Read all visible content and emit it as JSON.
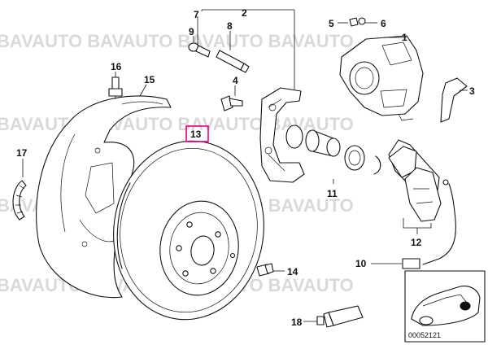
{
  "watermark": "BAVAUTO BAVAUTO BAVAUTO BAVAUTO",
  "callouts": {
    "c1": "1",
    "c2": "2",
    "c3": "3",
    "c4": "4",
    "c5": "5",
    "c6": "6",
    "c7": "7",
    "c8": "8",
    "c9": "9",
    "c10": "10",
    "c11": "11",
    "c12": "12",
    "c13": "13",
    "c14": "14",
    "c15": "15",
    "c16": "16",
    "c17": "17",
    "c18": "18"
  },
  "reference_code": "00052121",
  "colors": {
    "highlight": "#e6007e",
    "line": "#111111",
    "watermark": "#d9d9d9"
  }
}
